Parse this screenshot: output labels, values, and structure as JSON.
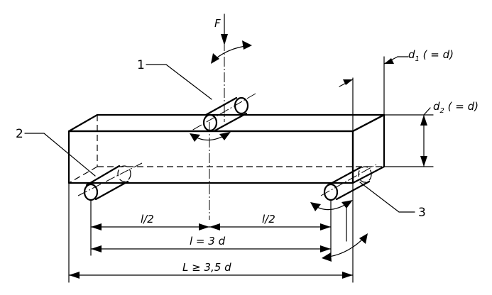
{
  "diagram": {
    "force_label": "F",
    "callouts": {
      "one": "1",
      "two": "2",
      "three": "3"
    },
    "dims": {
      "half_left": "l/2",
      "half_right": "l/2",
      "span": "l = 3 d",
      "length": "L ≥ 3,5 d"
    },
    "d1": {
      "base": "d",
      "sub": "1",
      "rest": " ( = d)"
    },
    "d2": {
      "base": "d",
      "sub": "2",
      "rest": " ( = d)"
    }
  }
}
